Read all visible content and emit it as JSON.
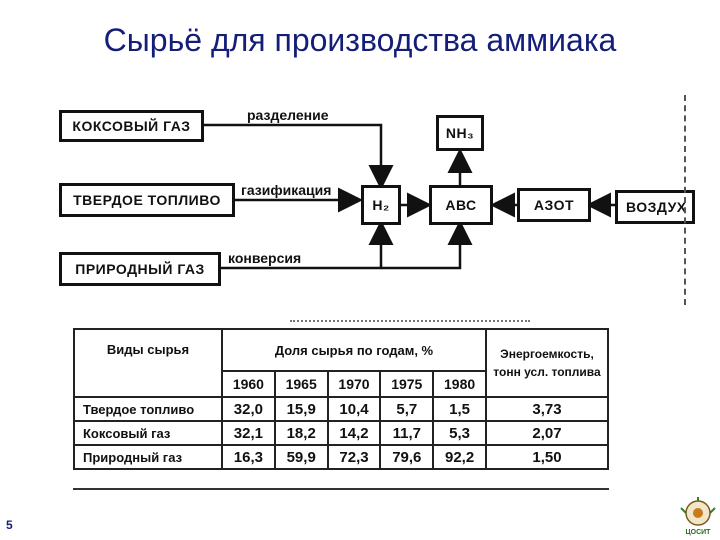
{
  "slide": {
    "title": "Сырьё для производства аммиака",
    "page_number": "5"
  },
  "diagram": {
    "sources": [
      "КОКСОВЫЙ ГАЗ",
      "ТВЕРДОЕ ТОПЛИВО",
      "ПРИРОДНЫЙ ГАЗ"
    ],
    "processes": [
      "разделение",
      "газификация",
      "конверсия"
    ],
    "nodes": {
      "h2": "H₂",
      "abc": "АВС",
      "nh3": "NH₃",
      "azot": "АЗОТ",
      "air": "ВОЗДУХ"
    }
  },
  "table": {
    "header_raw": "Виды сырья",
    "header_share": "Доля сырья по годам, %",
    "header_energy": "Энергоемкость, тонн усл. топлива",
    "years": [
      "1960",
      "1965",
      "1970",
      "1975",
      "1980"
    ],
    "rows": [
      {
        "name": "Твердое топливо",
        "values": [
          "32,0",
          "15,9",
          "10,4",
          "5,7",
          "1,5"
        ],
        "energy": "3,73"
      },
      {
        "name": "Коксовый газ",
        "values": [
          "32,1",
          "18,2",
          "14,2",
          "11,7",
          "5,3"
        ],
        "energy": "2,07"
      },
      {
        "name": "Природный газ",
        "values": [
          "16,3",
          "59,9",
          "72,3",
          "79,6",
          "92,2"
        ],
        "energy": "1,50"
      }
    ]
  },
  "logo": {
    "icon": "cdosit-logo-icon",
    "text": "ЦОСИТ"
  }
}
